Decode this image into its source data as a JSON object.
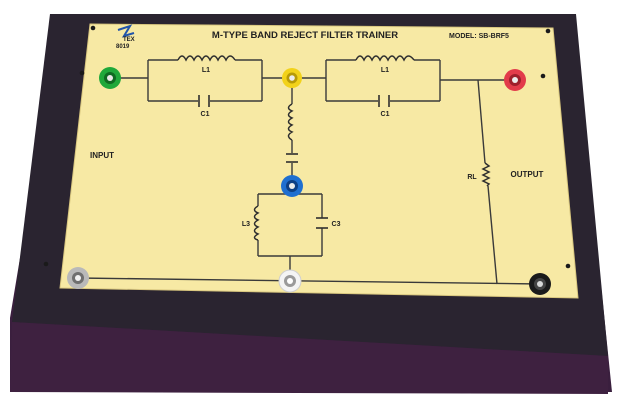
{
  "board": {
    "title": "M-TYPE BAND REJECT FILTER TRAINER",
    "model": "MODEL: SB-BRF5",
    "part_number": "8019",
    "logo_text": "TEX",
    "colors": {
      "panel": "#f7e9a4",
      "base_top": "#2a2430",
      "base_side": "#3a1f3e",
      "socket_green": "#1fa83a",
      "socket_yellow": "#f2d21a",
      "socket_red": "#e23b4a",
      "socket_blue": "#1f6fd0",
      "socket_gray": "#b9b9b9",
      "socket_white": "#f4f4f4",
      "socket_black": "#1a1a1a"
    }
  },
  "labels": {
    "input": "INPUT",
    "output": "OUTPUT",
    "l1_left": "L1",
    "c1_left": "C1",
    "l1_right": "L1",
    "c1_right": "C1",
    "l3": "L3",
    "c3": "C3",
    "rl": "RL"
  }
}
